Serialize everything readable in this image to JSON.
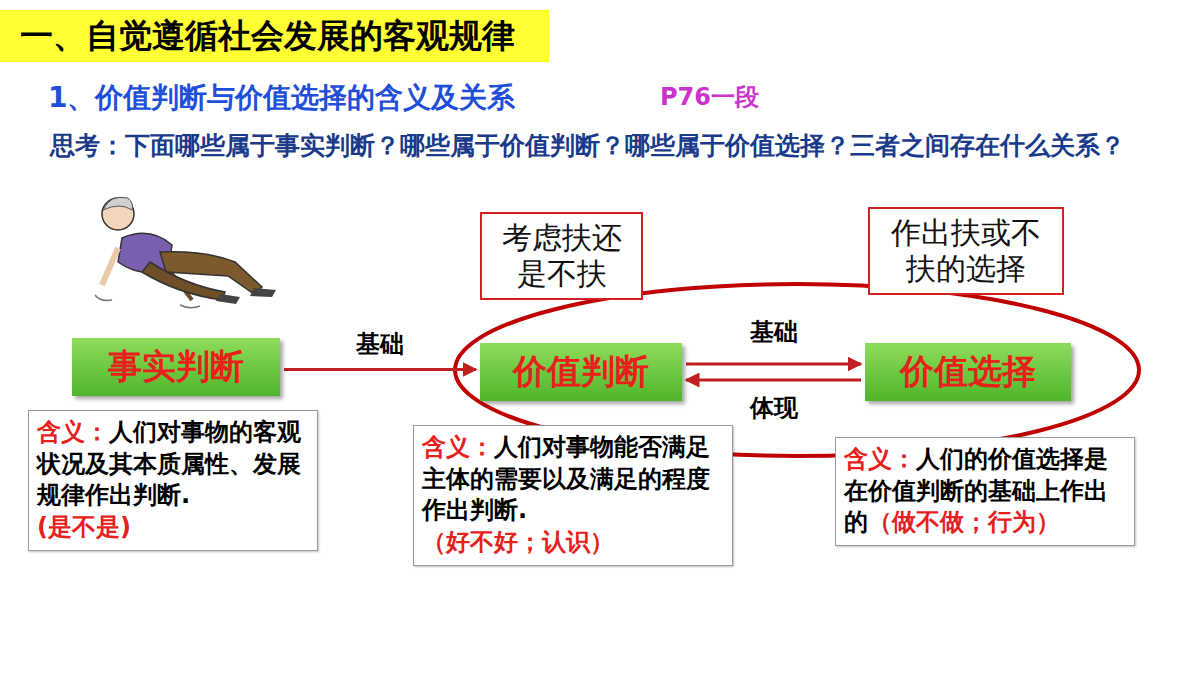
{
  "diagram": {
    "title": "一、自觉遵循社会发展的客观规律",
    "nodes": [
      {
        "text": [
          "考虑扶还是不扶"
        ]
      },
      {
        "text": [
          "作出扶或不扶的选择"
        ]
      },
      {
        "text": [
          "事实判断"
        ]
      },
      {
        "text": [
          "价值判断"
        ]
      },
      {
        "text": [
          "价值选择"
        ]
      },
      {
        "text": [
          "含义：",
          "人们对事物的客观状况及其本质属性、发展规律作出判断.",
          "(是不是)"
        ]
      },
      {
        "text": [
          "含义：",
          "人们对事物能否满足主体的需要以及满足的程度作出判断.",
          "（好不好；认识）"
        ]
      },
      {
        "text": [
          "含义：",
          "人们的价值选择是在价值判断的基础上作出的",
          "（做不做；行为）"
        ]
      }
    ],
    "edges": [
      {
        "from": 2,
        "to": 3,
        "label": "基础",
        "arrow": "to"
      },
      {
        "from": 3,
        "to": 4,
        "label": "基础",
        "arrow": "to"
      },
      {
        "from": 4,
        "to": 3,
        "label": "体现",
        "arrow": "to"
      }
    ],
    "labels": [
      "1、价值判断与价值选择的含义及关系",
      "P76一段",
      "思考：下面哪些属于事实判断？哪些属于价值判断？哪些属于价值选择？三者之间存在什么关系？"
    ]
  }
}
